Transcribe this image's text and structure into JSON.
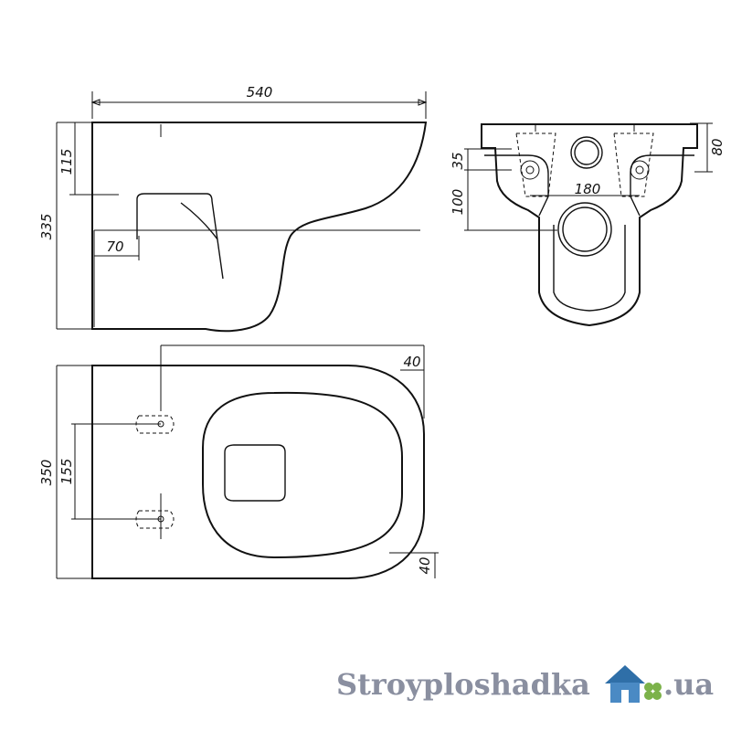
{
  "dimensions": {
    "length": "540",
    "height": "335",
    "rim_offset": "115",
    "outlet_offset": "70",
    "width": "350",
    "bolt_spacing": "155",
    "front_margin_top": "40",
    "front_margin_bottom": "40",
    "fixing_height": "35",
    "back_height": "80",
    "outlet_height": "100",
    "bolt_distance": "180"
  },
  "watermark": {
    "brand": "Stroyploshadka",
    "tld": ".ua",
    "brand_color": "#8a8fa0",
    "tld_color": "#8a8fa0",
    "accent_color": "#7cb24a"
  }
}
